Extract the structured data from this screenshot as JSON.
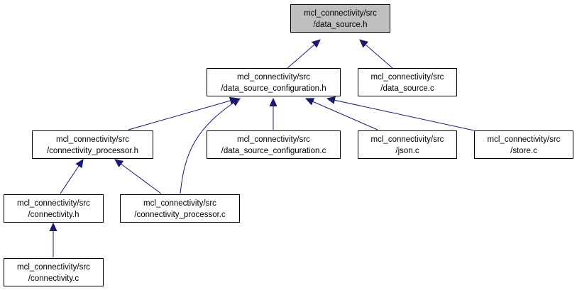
{
  "colors": {
    "root_fill": "#bfbfbf",
    "node_fill": "#ffffff",
    "border": "#000000",
    "edge": "#191970"
  },
  "nodes": [
    {
      "id": "data_source_h",
      "line1": "mcl_connectivity/src",
      "line2": "/data_source.h",
      "highlighted": true
    },
    {
      "id": "data_source_configuration_h",
      "line1": "mcl_connectivity/src",
      "line2": "/data_source_configuration.h"
    },
    {
      "id": "data_source_c",
      "line1": "mcl_connectivity/src",
      "line2": "/data_source.c"
    },
    {
      "id": "connectivity_processor_h",
      "line1": "mcl_connectivity/src",
      "line2": "/connectivity_processor.h"
    },
    {
      "id": "data_source_configuration_c",
      "line1": "mcl_connectivity/src",
      "line2": "/data_source_configuration.c"
    },
    {
      "id": "json_c",
      "line1": "mcl_connectivity/src",
      "line2": "/json.c"
    },
    {
      "id": "store_c",
      "line1": "mcl_connectivity/src",
      "line2": "/store.c"
    },
    {
      "id": "connectivity_h",
      "line1": "mcl_connectivity/src",
      "line2": "/connectivity.h"
    },
    {
      "id": "connectivity_processor_c",
      "line1": "mcl_connectivity/src",
      "line2": "/connectivity_processor.c"
    },
    {
      "id": "connectivity_c",
      "line1": "mcl_connectivity/src",
      "line2": "/connectivity.c"
    }
  ],
  "edges": [
    {
      "from": "data_source_configuration_h",
      "to": "data_source_h"
    },
    {
      "from": "data_source_c",
      "to": "data_source_h"
    },
    {
      "from": "connectivity_processor_h",
      "to": "data_source_configuration_h"
    },
    {
      "from": "connectivity_processor_c",
      "to": "data_source_configuration_h"
    },
    {
      "from": "data_source_configuration_c",
      "to": "data_source_configuration_h"
    },
    {
      "from": "json_c",
      "to": "data_source_configuration_h"
    },
    {
      "from": "store_c",
      "to": "data_source_configuration_h"
    },
    {
      "from": "connectivity_h",
      "to": "connectivity_processor_h"
    },
    {
      "from": "connectivity_processor_c",
      "to": "connectivity_processor_h"
    },
    {
      "from": "connectivity_c",
      "to": "connectivity_h"
    }
  ]
}
